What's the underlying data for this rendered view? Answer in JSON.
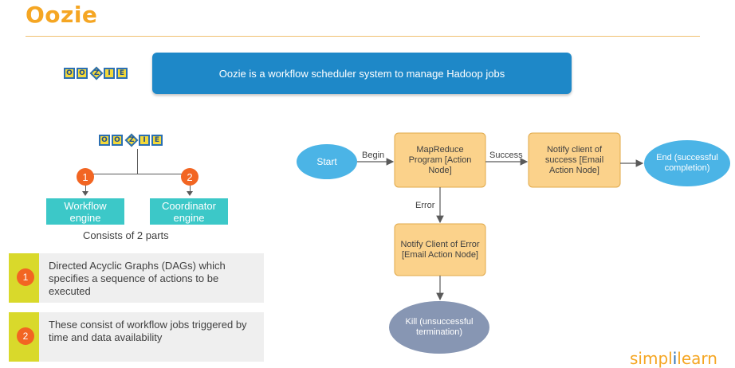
{
  "title": "Oozie",
  "logo_text": "OOZIE",
  "banner_text": "Oozie is a workflow scheduler system to manage Hadoop jobs",
  "parts": {
    "items": [
      {
        "num": "1",
        "label": "Workflow\nengine"
      },
      {
        "num": "2",
        "label": "Coordinator\nengine"
      }
    ],
    "caption": "Consists of 2 parts"
  },
  "descriptions": [
    {
      "num": "1",
      "text": "Directed Acyclic Graphs (DAGs) which specifies a sequence of actions to be executed"
    },
    {
      "num": "2",
      "text": "These consist of workflow jobs triggered by time and data availability"
    }
  ],
  "flow": {
    "start": "Start",
    "mapreduce": "MapReduce Program [Action Node]",
    "notify_success": "Notify client of success [Email Action Node]",
    "end": "End (successful completion)",
    "notify_error": "Notify Client of Error [Email Action Node]",
    "kill": "Kill (unsuccessful termination)",
    "edges": {
      "begin": "Begin",
      "success": "Success",
      "error": "Error"
    }
  },
  "brand": {
    "part1": "simpl",
    "sep": "i",
    "part2": "learn"
  },
  "colors": {
    "accent": "#f5a623",
    "banner": "#1e88c8",
    "engine": "#3cc8c8",
    "node_fill": "#fbd28b",
    "start_end": "#4bb4e6",
    "kill": "#8796b3",
    "badge": "#f26522"
  }
}
